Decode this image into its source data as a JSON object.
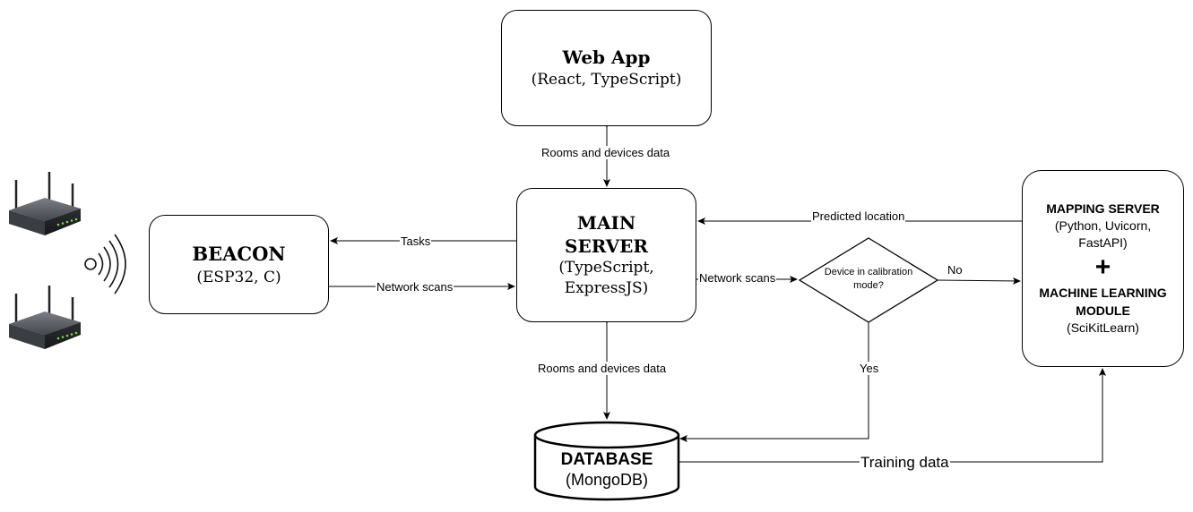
{
  "webapp": {
    "title": "Web App",
    "subtitle": "(React, TypeScript)"
  },
  "main_server": {
    "line1": "MAIN",
    "line2": "SERVER",
    "line3": "(TypeScript,",
    "line4": "ExpressJS)"
  },
  "beacon": {
    "title": "BEACON",
    "subtitle": "(ESP32, C)"
  },
  "mapping": {
    "title": "MAPPING SERVER",
    "sub1": "(Python, Uvicorn,",
    "sub2": "FastAPI)",
    "plus": "+",
    "ml1": "MACHINE LEARNING",
    "ml2": "MODULE",
    "ml3": "(SciKitLearn)"
  },
  "decision": {
    "line1": "Device in calibration",
    "line2": "mode?"
  },
  "database": {
    "title": "DATABASE",
    "subtitle": "(MongoDB)"
  },
  "edges": {
    "webapp_main": "Rooms and devices data",
    "main_db": "Rooms and devices data",
    "tasks": "Tasks",
    "network_scans_in": "Network scans",
    "network_scans_out": "Network scans",
    "predicted": "Predicted location",
    "no": "No",
    "yes": "Yes",
    "training": "Training data"
  },
  "icons": [
    "wifi-router-icon",
    "wifi-router-icon",
    "wireless-signal-icon"
  ],
  "colors": {
    "line": "#000000",
    "router_body": "#3a3d42",
    "router_led": "#7fd14a"
  }
}
